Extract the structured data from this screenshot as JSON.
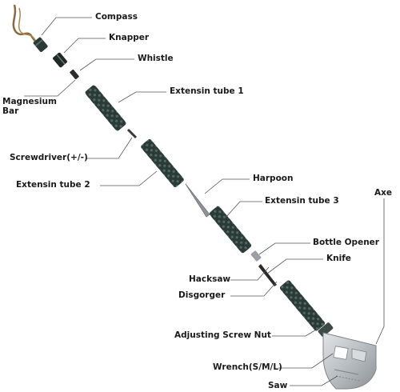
{
  "diagram": {
    "labels": {
      "compass": "Compass",
      "knapper": "Knapper",
      "whistle": "Whistle",
      "magnesium_bar": "Magnesium Bar",
      "extension_tube_1": "Extensin tube 1",
      "screwdriver": "Screwdriver(+/-)",
      "extension_tube_2": "Extensin tube 2",
      "harpoon": "Harpoon",
      "extension_tube_3": "Extensin tube 3",
      "axe": "Axe",
      "bottle_opener": "Bottle Opener",
      "knife": "Knife",
      "hacksaw": "Hacksaw",
      "disgorger": "Disgorger",
      "adjusting_screw_nut": "Adjusting Screw Nut",
      "wrench": "Wrench(S/M/L)",
      "saw": "Saw"
    },
    "colors": {
      "background": "#ffffff",
      "tube": "#2b3a36",
      "tube_pattern": "#4f6b63",
      "metal": "#b9bec2",
      "metal_dark": "#7d8388",
      "rope": "#8a6a3f",
      "leader_line": "#555555",
      "text": "#1a1a1a"
    }
  }
}
